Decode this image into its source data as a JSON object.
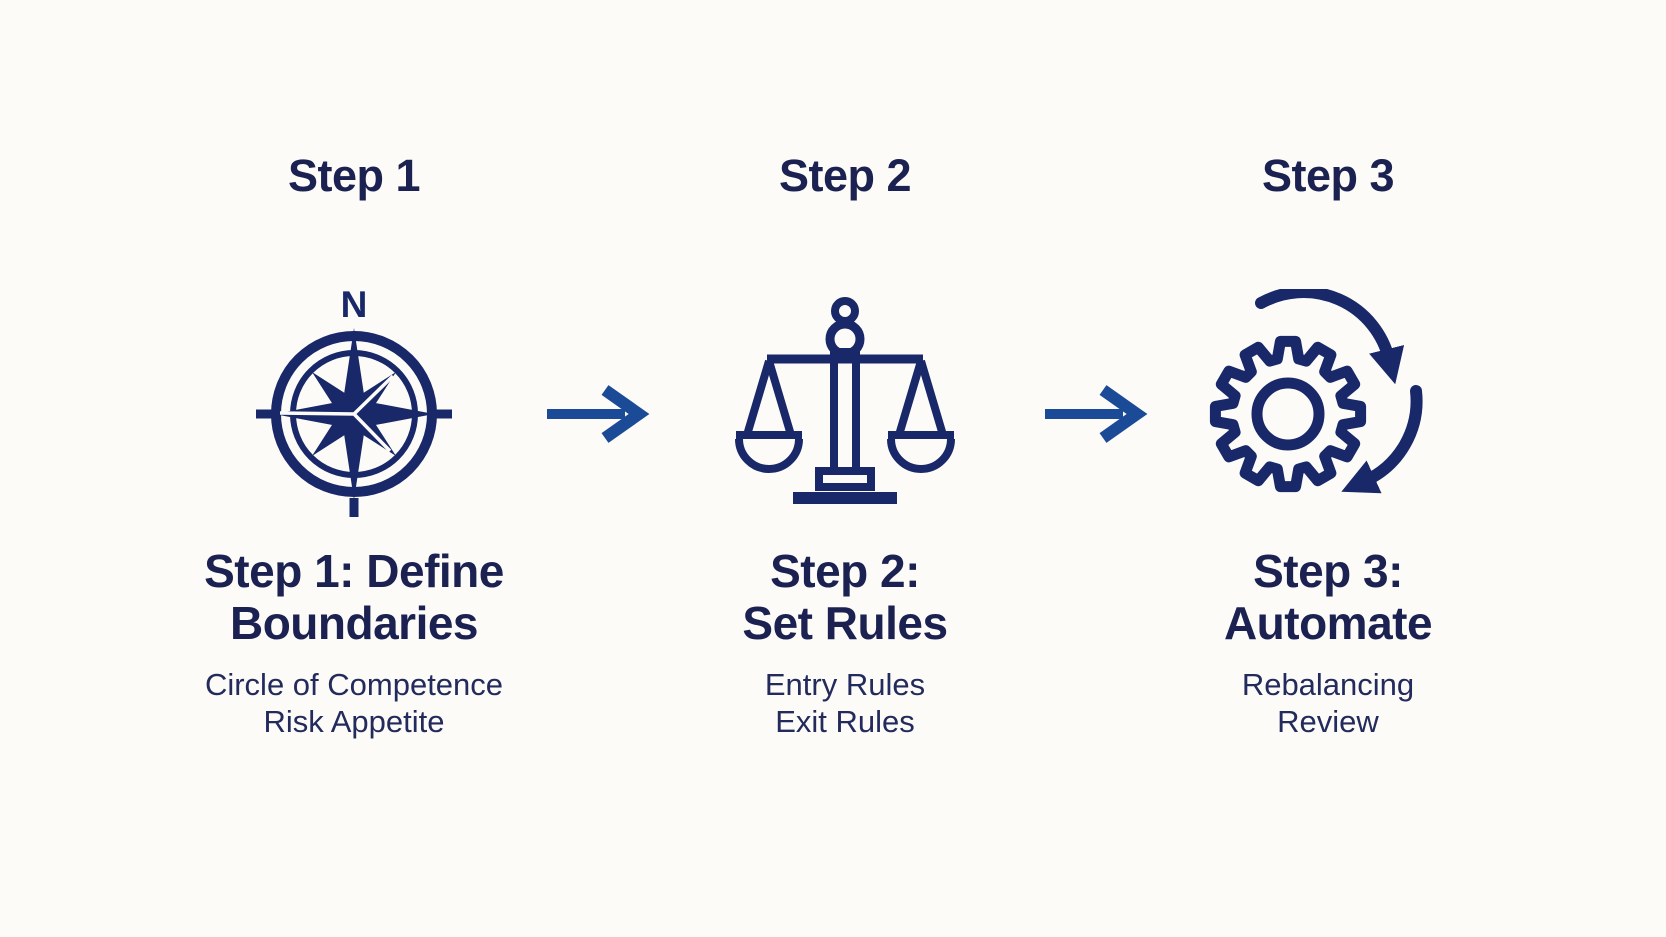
{
  "title": "Three step process diagram",
  "colors": {
    "background": "#fcfbf7",
    "icon_navy": "#182868",
    "text_navy": "#1b2150",
    "subtext_navy": "#232a5c",
    "arrow_blue": "#1b4b97"
  },
  "compass": {
    "north_label": "N"
  },
  "steps": [
    {
      "header": "Step 1",
      "icon": "compass-icon",
      "title_line1": "Step 1: Define",
      "title_line2": "Boundaries",
      "sub_line1": "Circle of Competence",
      "sub_line2": "Risk Appetite"
    },
    {
      "header": "Step 2",
      "icon": "scales-icon",
      "title_line1": "Step 2:",
      "title_line2": "Set Rules",
      "sub_line1": "Entry Rules",
      "sub_line2": "Exit Rules"
    },
    {
      "header": "Step 3",
      "icon": "gear-refresh-icon",
      "title_line1": "Step 3:",
      "title_line2": "Automate",
      "sub_line1": "Rebalancing",
      "sub_line2": "Review"
    }
  ]
}
